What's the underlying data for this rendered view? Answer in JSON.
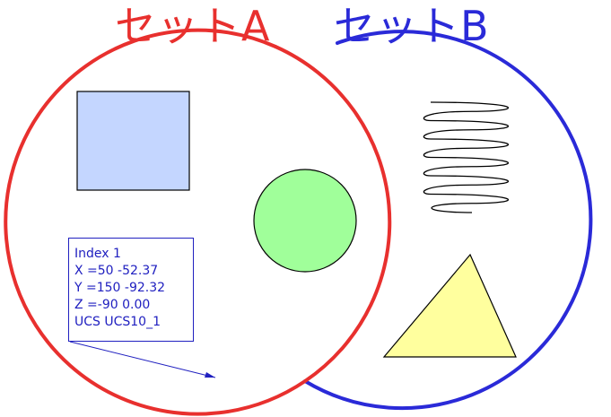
{
  "colors": {
    "set_a": "#e8302e",
    "set_b": "#2a2ad8",
    "square_fill": "#c4d6ff",
    "circle_fill": "#a0ff9a",
    "triangle_fill": "#ffff9e",
    "annotation": "#2020c0",
    "outline": "#000000"
  },
  "set_a": {
    "label": "セットA"
  },
  "set_b": {
    "label": "セットB"
  },
  "shapes": [
    {
      "name": "square",
      "set": "A"
    },
    {
      "name": "circle",
      "set": "A∩B"
    },
    {
      "name": "spring",
      "set": "B"
    },
    {
      "name": "triangle",
      "set": "B"
    }
  ],
  "annotation": {
    "lines": [
      "Index 1",
      "X =50 -52.37",
      "Y =150 -92.32",
      "Z =-90 0.00",
      "UCS UCS10_1"
    ]
  }
}
